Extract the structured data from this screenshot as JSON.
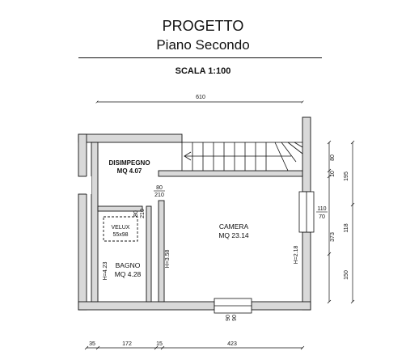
{
  "header": {
    "title": "PROGETTO",
    "subtitle": "Piano Secondo",
    "scale": "SCALA 1:100"
  },
  "rooms": {
    "disimpegno": {
      "name": "DISIMPEGNO",
      "area": "MQ 4.07"
    },
    "camera": {
      "name": "CAMERA",
      "area": "MQ 23.14"
    },
    "bagno": {
      "name": "BAGNO",
      "area": "MQ 4.28"
    }
  },
  "velux": {
    "name": "VELUX",
    "size": "55x98"
  },
  "heights": {
    "bagno": "H=4.23",
    "corridor": "H=3.58",
    "camera": "H=2.18"
  },
  "doors": {
    "camera_door_w": "80",
    "camera_door_h": "210",
    "bagno_door_w": "80",
    "bagno_door_h": "210",
    "right_window_w": "110",
    "right_window_h": "70",
    "bottom_window_w": "90",
    "bottom_window_h": "90"
  },
  "dimensions": {
    "top": "610",
    "bottom": [
      "35",
      "172",
      "15",
      "423"
    ],
    "right_inner": [
      "80",
      "10",
      "118",
      "150"
    ],
    "right_outer": [
      "195",
      "373"
    ]
  },
  "colors": {
    "wall_fill": "#d9d9d9",
    "wall_stroke": "#111111"
  }
}
